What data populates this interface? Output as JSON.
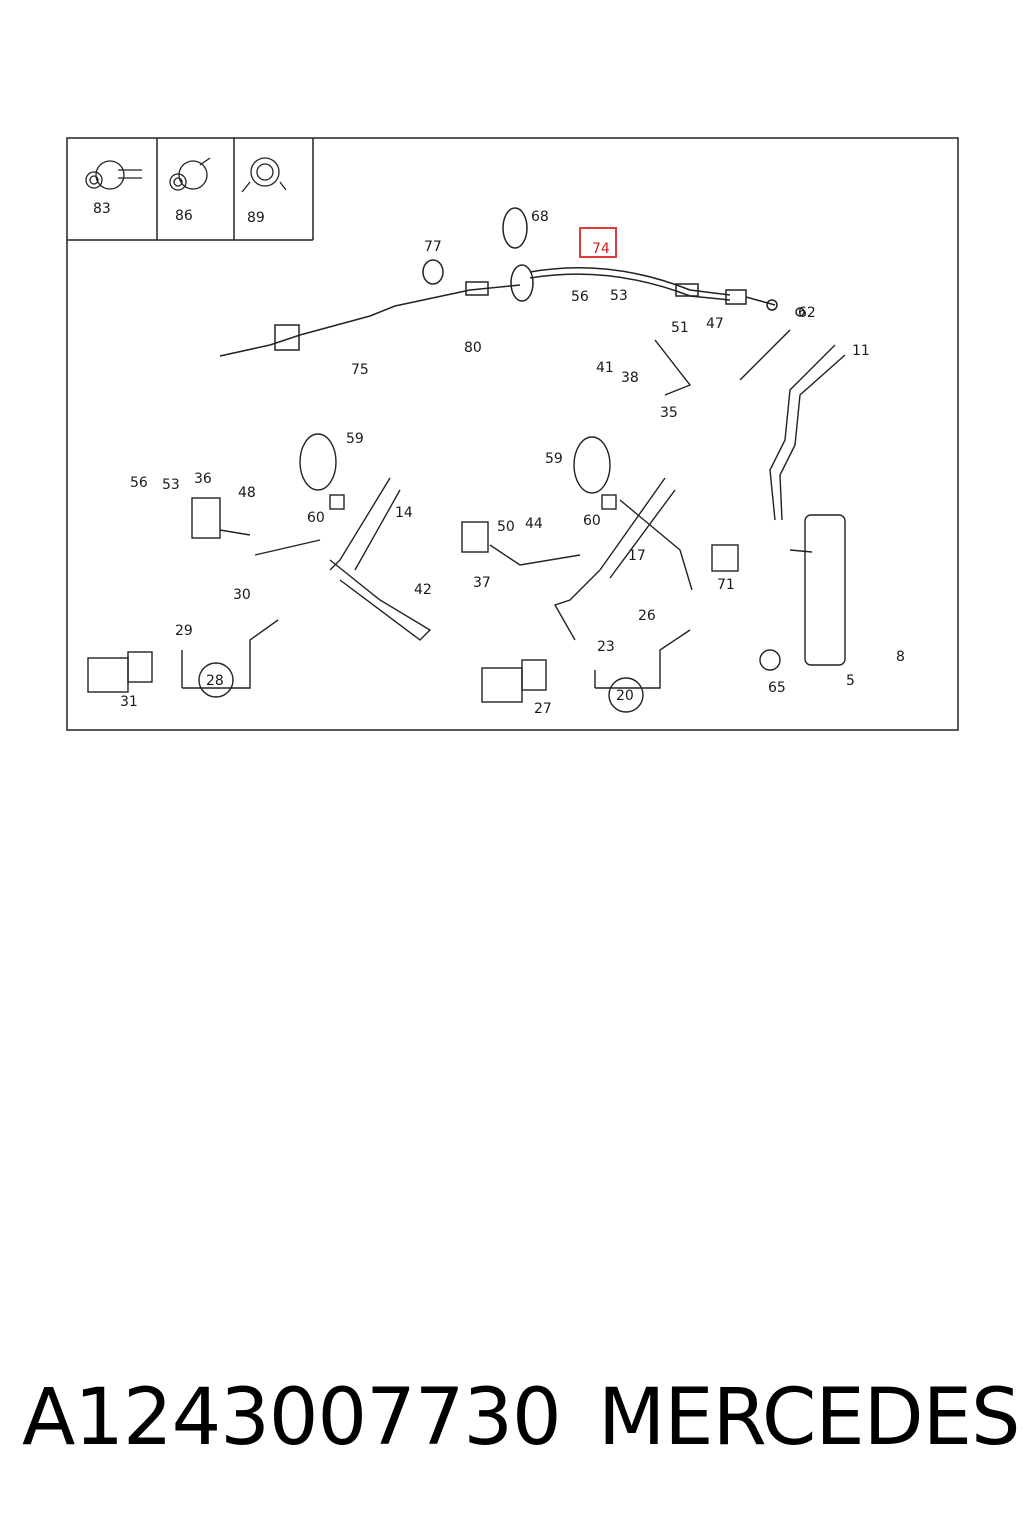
{
  "diagram": {
    "inset_labels": [
      "83",
      "86",
      "89"
    ],
    "callouts": [
      "68",
      "74",
      "77",
      "56",
      "53",
      "62",
      "11",
      "51",
      "47",
      "80",
      "41",
      "38",
      "35",
      "75",
      "59",
      "56",
      "53",
      "36",
      "48",
      "60",
      "14",
      "59",
      "50",
      "44",
      "60",
      "17",
      "37",
      "42",
      "71",
      "30",
      "29",
      "26",
      "23",
      "28",
      "31",
      "27",
      "20",
      "65",
      "8",
      "5"
    ],
    "highlighted": "74",
    "highlight_color": "#e23b3b",
    "line_color": "#222222"
  },
  "footer": {
    "part_number": "A1243007730",
    "brand": "MERCEDES"
  }
}
